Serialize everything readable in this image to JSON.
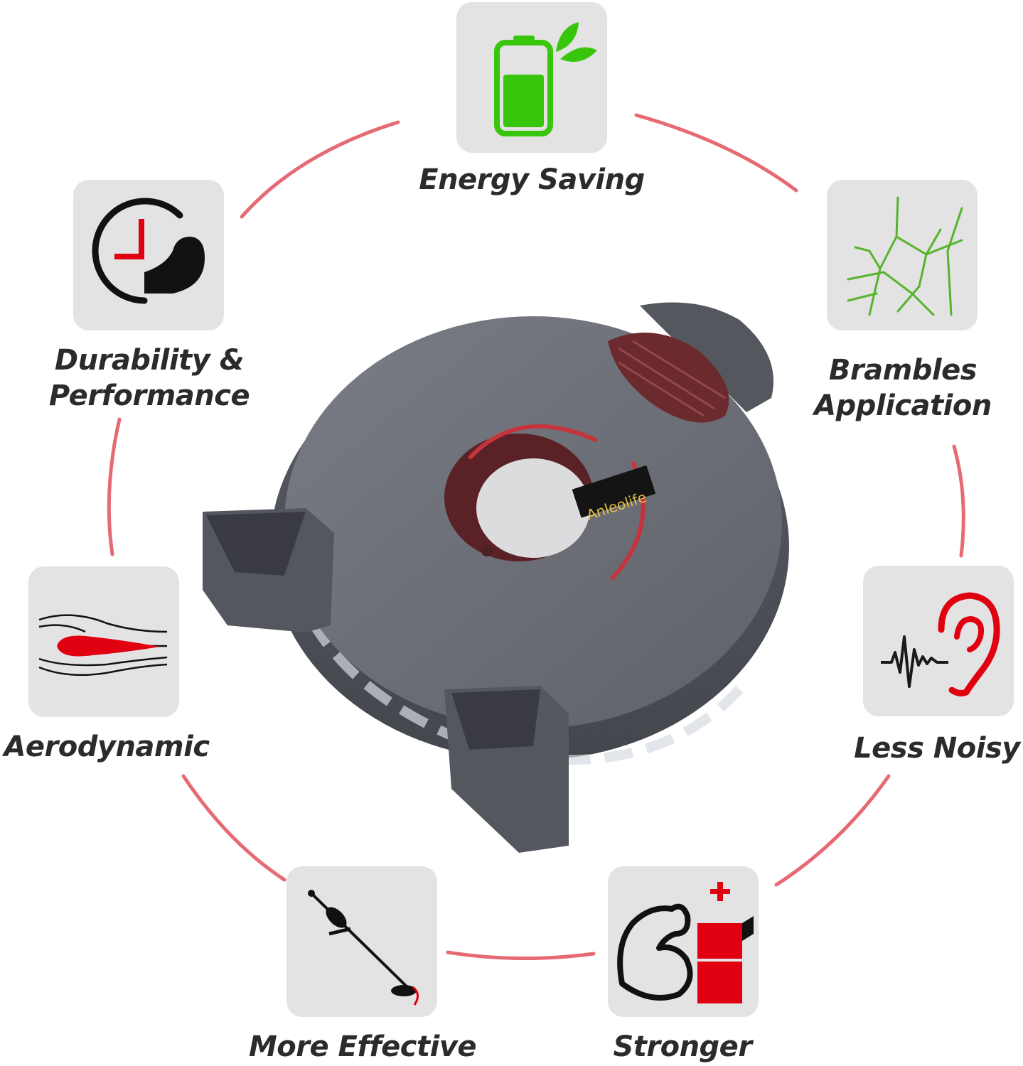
{
  "colors": {
    "tile_bg": "#e3e3e3",
    "ring": "#e2505c",
    "accent_red": "#e00010",
    "accent_green": "#38c60c",
    "label_text": "#2b2b2b",
    "spool_gray": "#6e7078"
  },
  "product": {
    "brand": "Anleolife"
  },
  "features": [
    {
      "label": "Energy Saving",
      "icon": "battery-leaf-icon"
    },
    {
      "label": "Brambles",
      "label2": "Application",
      "icon": "brambles-icon"
    },
    {
      "label": "Less Noisy",
      "icon": "ear-sound-icon"
    },
    {
      "label": "Stronger",
      "icon": "muscle-battery-icon"
    },
    {
      "label": "More Effective",
      "icon": "trimmer-icon"
    },
    {
      "label": "Aerodynamic",
      "icon": "airfoil-icon"
    },
    {
      "label": "Durability &",
      "label2": "Performance",
      "icon": "clock-muscle-icon"
    }
  ]
}
